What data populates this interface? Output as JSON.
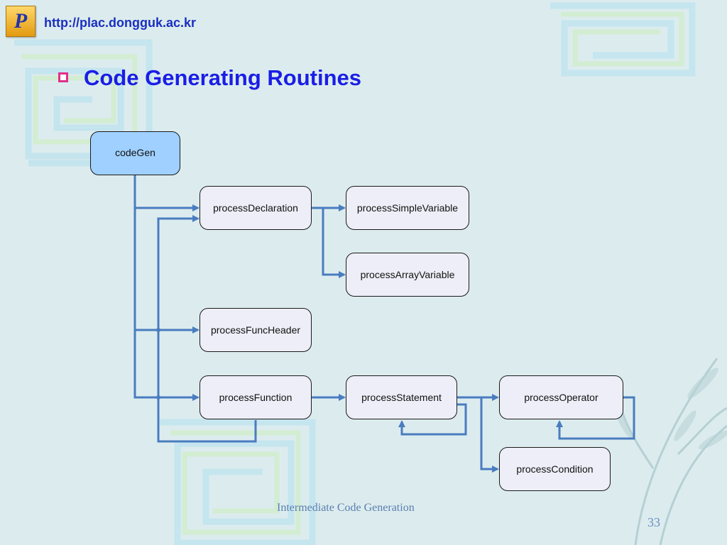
{
  "header": {
    "logo_letter": "P",
    "url": "http://plac.dongguk.ac.kr"
  },
  "slide": {
    "title": "Code Generating Routines"
  },
  "diagram": {
    "nodes": {
      "codeGen": "codeGen",
      "processDeclaration": "processDeclaration",
      "processSimpleVariable": "processSimpleVariable",
      "processArrayVariable": "processArrayVariable",
      "processFuncHeader": "processFuncHeader",
      "processFunction": "processFunction",
      "processStatement": "processStatement",
      "processOperator": "processOperator",
      "processCondition": "processCondition"
    },
    "edges": [
      [
        "codeGen",
        "processDeclaration"
      ],
      [
        "codeGen",
        "processFuncHeader"
      ],
      [
        "codeGen",
        "processFunction"
      ],
      [
        "processDeclaration",
        "processSimpleVariable"
      ],
      [
        "processDeclaration",
        "processArrayVariable"
      ],
      [
        "processFunction",
        "processDeclaration"
      ],
      [
        "processFunction",
        "processStatement"
      ],
      [
        "processStatement",
        "processStatement"
      ],
      [
        "processStatement",
        "processOperator"
      ],
      [
        "processStatement",
        "processCondition"
      ],
      [
        "processOperator",
        "processOperator"
      ]
    ],
    "arrow_color": "#4a7cc0"
  },
  "footer": {
    "text": "Intermediate Code Generation",
    "page_number": "33"
  }
}
